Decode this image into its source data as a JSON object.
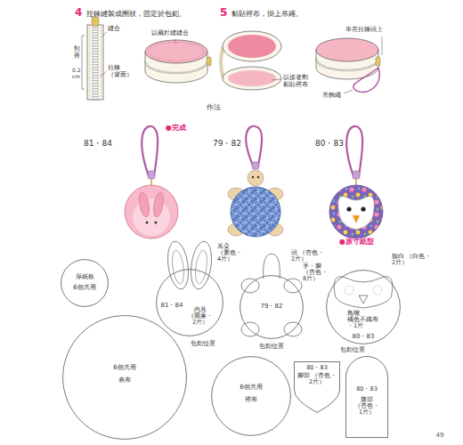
{
  "diagram": {
    "nodes": [
      {
        "text": [
          "厚紙板",
          "6個共用"
        ]
      },
      {
        "text": [
          "81・84",
          "內耳 （圖案・2片）"
        ]
      },
      {
        "text": [
          "79・82"
        ]
      },
      {
        "text": [
          "80・83"
        ]
      },
      {
        "text": [
          "6個共用",
          "表布"
        ]
      },
      {
        "text": [
          "6個共用",
          "裡布"
        ]
      },
      {
        "text": [
          "80・83",
          "腳部 （杏色・2片）"
        ]
      },
      {
        "text": [
          "80・83",
          "腹部 （杏色・1片）"
        ]
      }
    ],
    "labels": [
      "4",
      "拉鍊縫製成圈狀，固定於包釦。",
      "縫合",
      "對齊",
      "0.2 cm",
      "拉鍊（背面）",
      "以藏針縫縫合",
      "5",
      "黏貼裡布，掛上吊繩。",
      "以接著劑 黏貼裡布",
      "串在拉鍊頭上",
      "吊飾繩",
      "作法",
      "●完成",
      "81・84",
      "79・82",
      "80・83",
      "●原寸紙型",
      "耳朵 （素色・4片）",
      "頭 （杏色・2片）",
      "手・腳 （杏色・8片）",
      "臉白 （白色・2片）",
      "鳥嘴 橘色不織布 ・1片",
      "包釦位置",
      "包釦位置",
      "包釦位置",
      "49"
    ]
  }
}
